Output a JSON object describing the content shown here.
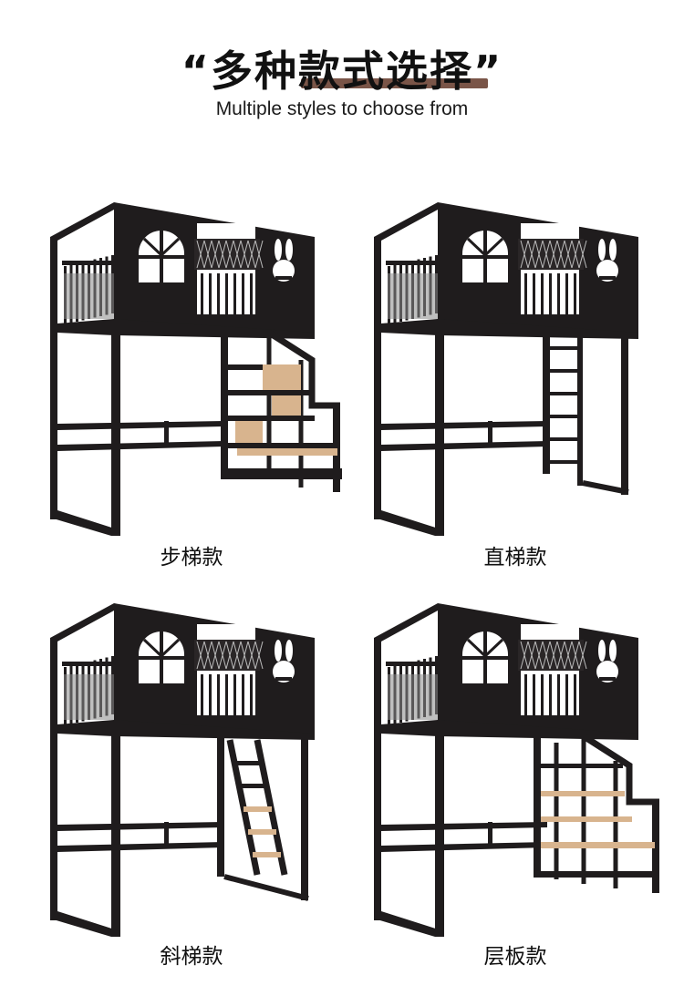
{
  "header": {
    "title": "“多种款式选择”",
    "subtitle": "Multiple styles to choose from"
  },
  "colors": {
    "frame": "#1f1c1d",
    "wood": "#d8b48e",
    "accent": "#7a5548",
    "mattress": "#8a8a8a"
  },
  "styles": [
    {
      "caption": "步梯款",
      "stair_type": "step-stairs"
    },
    {
      "caption": "直梯款",
      "stair_type": "straight-ladder"
    },
    {
      "caption": "斜梯款",
      "stair_type": "slanted-ladder"
    },
    {
      "caption": "层板款",
      "stair_type": "shelf-stairs"
    }
  ]
}
